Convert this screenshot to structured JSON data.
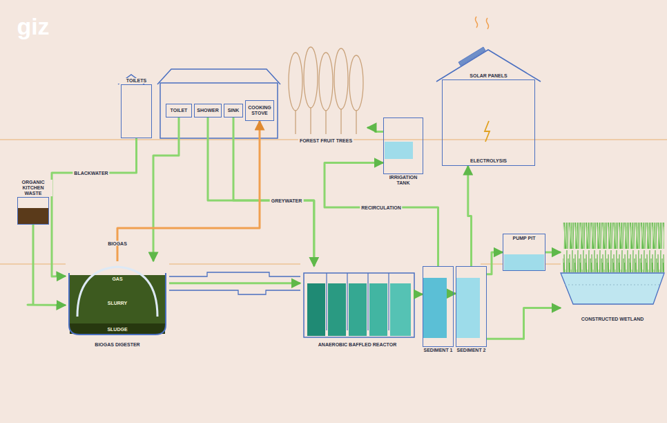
{
  "diagram": {
    "nodes": [
      {
        "text": [
          "TOILETS"
        ]
      },
      {
        "text": [
          "TOILET"
        ]
      },
      {
        "text": [
          "SHOWER"
        ]
      },
      {
        "text": [
          "SINK"
        ]
      },
      {
        "text": [
          "COOKING STOVE"
        ]
      },
      {
        "text": [
          "FOREST FRUIT TREES"
        ]
      },
      {
        "text": [
          "IRRIGATION TANK"
        ]
      },
      {
        "text": [
          "SOLAR PANELS",
          "ELECTROLYSIS"
        ]
      },
      {
        "text": [
          "ORGANIC KITCHEN WASTE"
        ]
      },
      {
        "text": [
          "BIOGAS DIGESTER"
        ]
      },
      {
        "text": [
          "ANAEROBIC BAFFLED REACTOR"
        ]
      },
      {
        "text": [
          "SEDIMENT 1"
        ]
      },
      {
        "text": [
          "SEDIMENT 2"
        ]
      },
      {
        "text": [
          "PUMP PIT"
        ]
      },
      {
        "text": [
          "CONSTRUCTED WETLAND"
        ]
      }
    ],
    "edges": [
      {
        "from": 0,
        "to": 9,
        "arrow": "to",
        "label": "BLACKWATER"
      },
      {
        "from": 1,
        "to": 9,
        "arrow": "to"
      },
      {
        "from": 2,
        "to": 10,
        "arrow": "to",
        "label": "GREYWATER"
      },
      {
        "from": 3,
        "to": 10,
        "arrow": "to"
      },
      {
        "from": 8,
        "to": 9,
        "arrow": "to"
      },
      {
        "from": 9,
        "to": 4,
        "arrow": "to",
        "label": "BIOGAS"
      },
      {
        "from": 9,
        "to": 10,
        "arrow": "to"
      },
      {
        "from": 10,
        "to": 11,
        "arrow": "to"
      },
      {
        "from": 11,
        "to": 12,
        "arrow": "to"
      },
      {
        "from": 12,
        "to": 7,
        "arrow": "to"
      },
      {
        "from": 11,
        "to": 6,
        "arrow": "to",
        "label": "RECIRCULATION"
      },
      {
        "from": 6,
        "to": 5,
        "arrow": "to"
      },
      {
        "from": 12,
        "to": 13,
        "arrow": "to"
      },
      {
        "from": 13,
        "to": 14,
        "arrow": "to"
      },
      {
        "from": 12,
        "to": 14,
        "arrow": "to"
      }
    ],
    "labels": [
      "giz",
      "GAS",
      "SLURRY",
      "SLUDGE"
    ]
  }
}
